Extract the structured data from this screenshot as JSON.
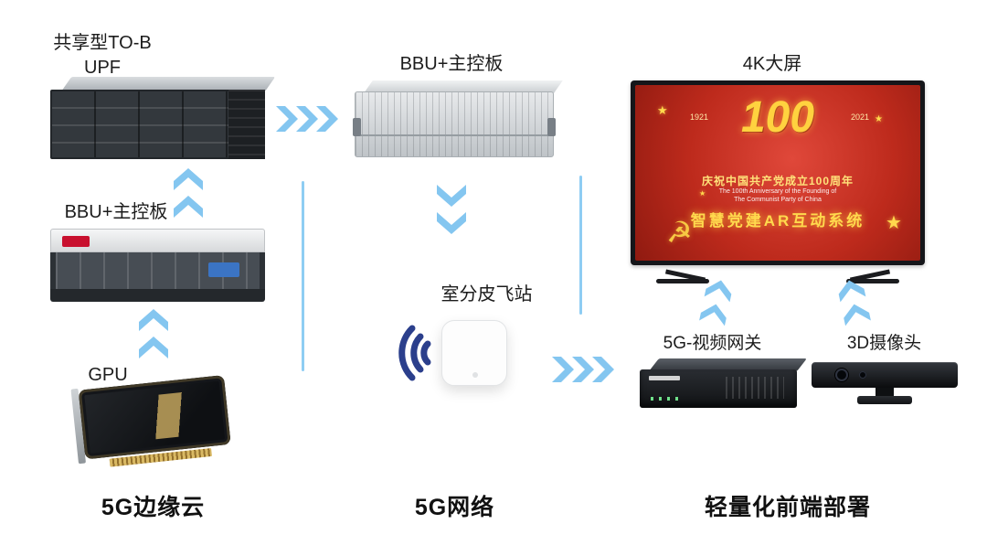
{
  "diagram": {
    "edge_cloud": {
      "section_title": "5G边缘云",
      "upf_label_line1": "共享型TO-B",
      "upf_label_line2": "UPF",
      "bbu_label": "BBU+主控板",
      "gpu_label": "GPU"
    },
    "network": {
      "section_title": "5G网络",
      "bbu_label": "BBU+主控板",
      "pico_station_label": "室分皮飞站"
    },
    "frontend": {
      "section_title": "轻量化前端部署",
      "screen_label": "4K大屏",
      "gateway_label": "5G-视频网关",
      "camera_label": "3D摄像头",
      "tv_content": {
        "big_number": "100",
        "year_start": "1921",
        "year_end": "2021",
        "headline": "庆祝中国共产党成立100周年",
        "subline1": "The 100th Anniversary of the Founding of",
        "subline2": "The Communist Party of China",
        "system_title": "智慧党建AR互动系统"
      }
    },
    "icons": {
      "star": "★",
      "party_emblem": "☭"
    },
    "colors": {
      "arrow_blue": "#84C6F0",
      "wifi_navy": "#2B3F8C",
      "screen_red": "#BD2A1C",
      "gold": "#FFD94D"
    }
  }
}
